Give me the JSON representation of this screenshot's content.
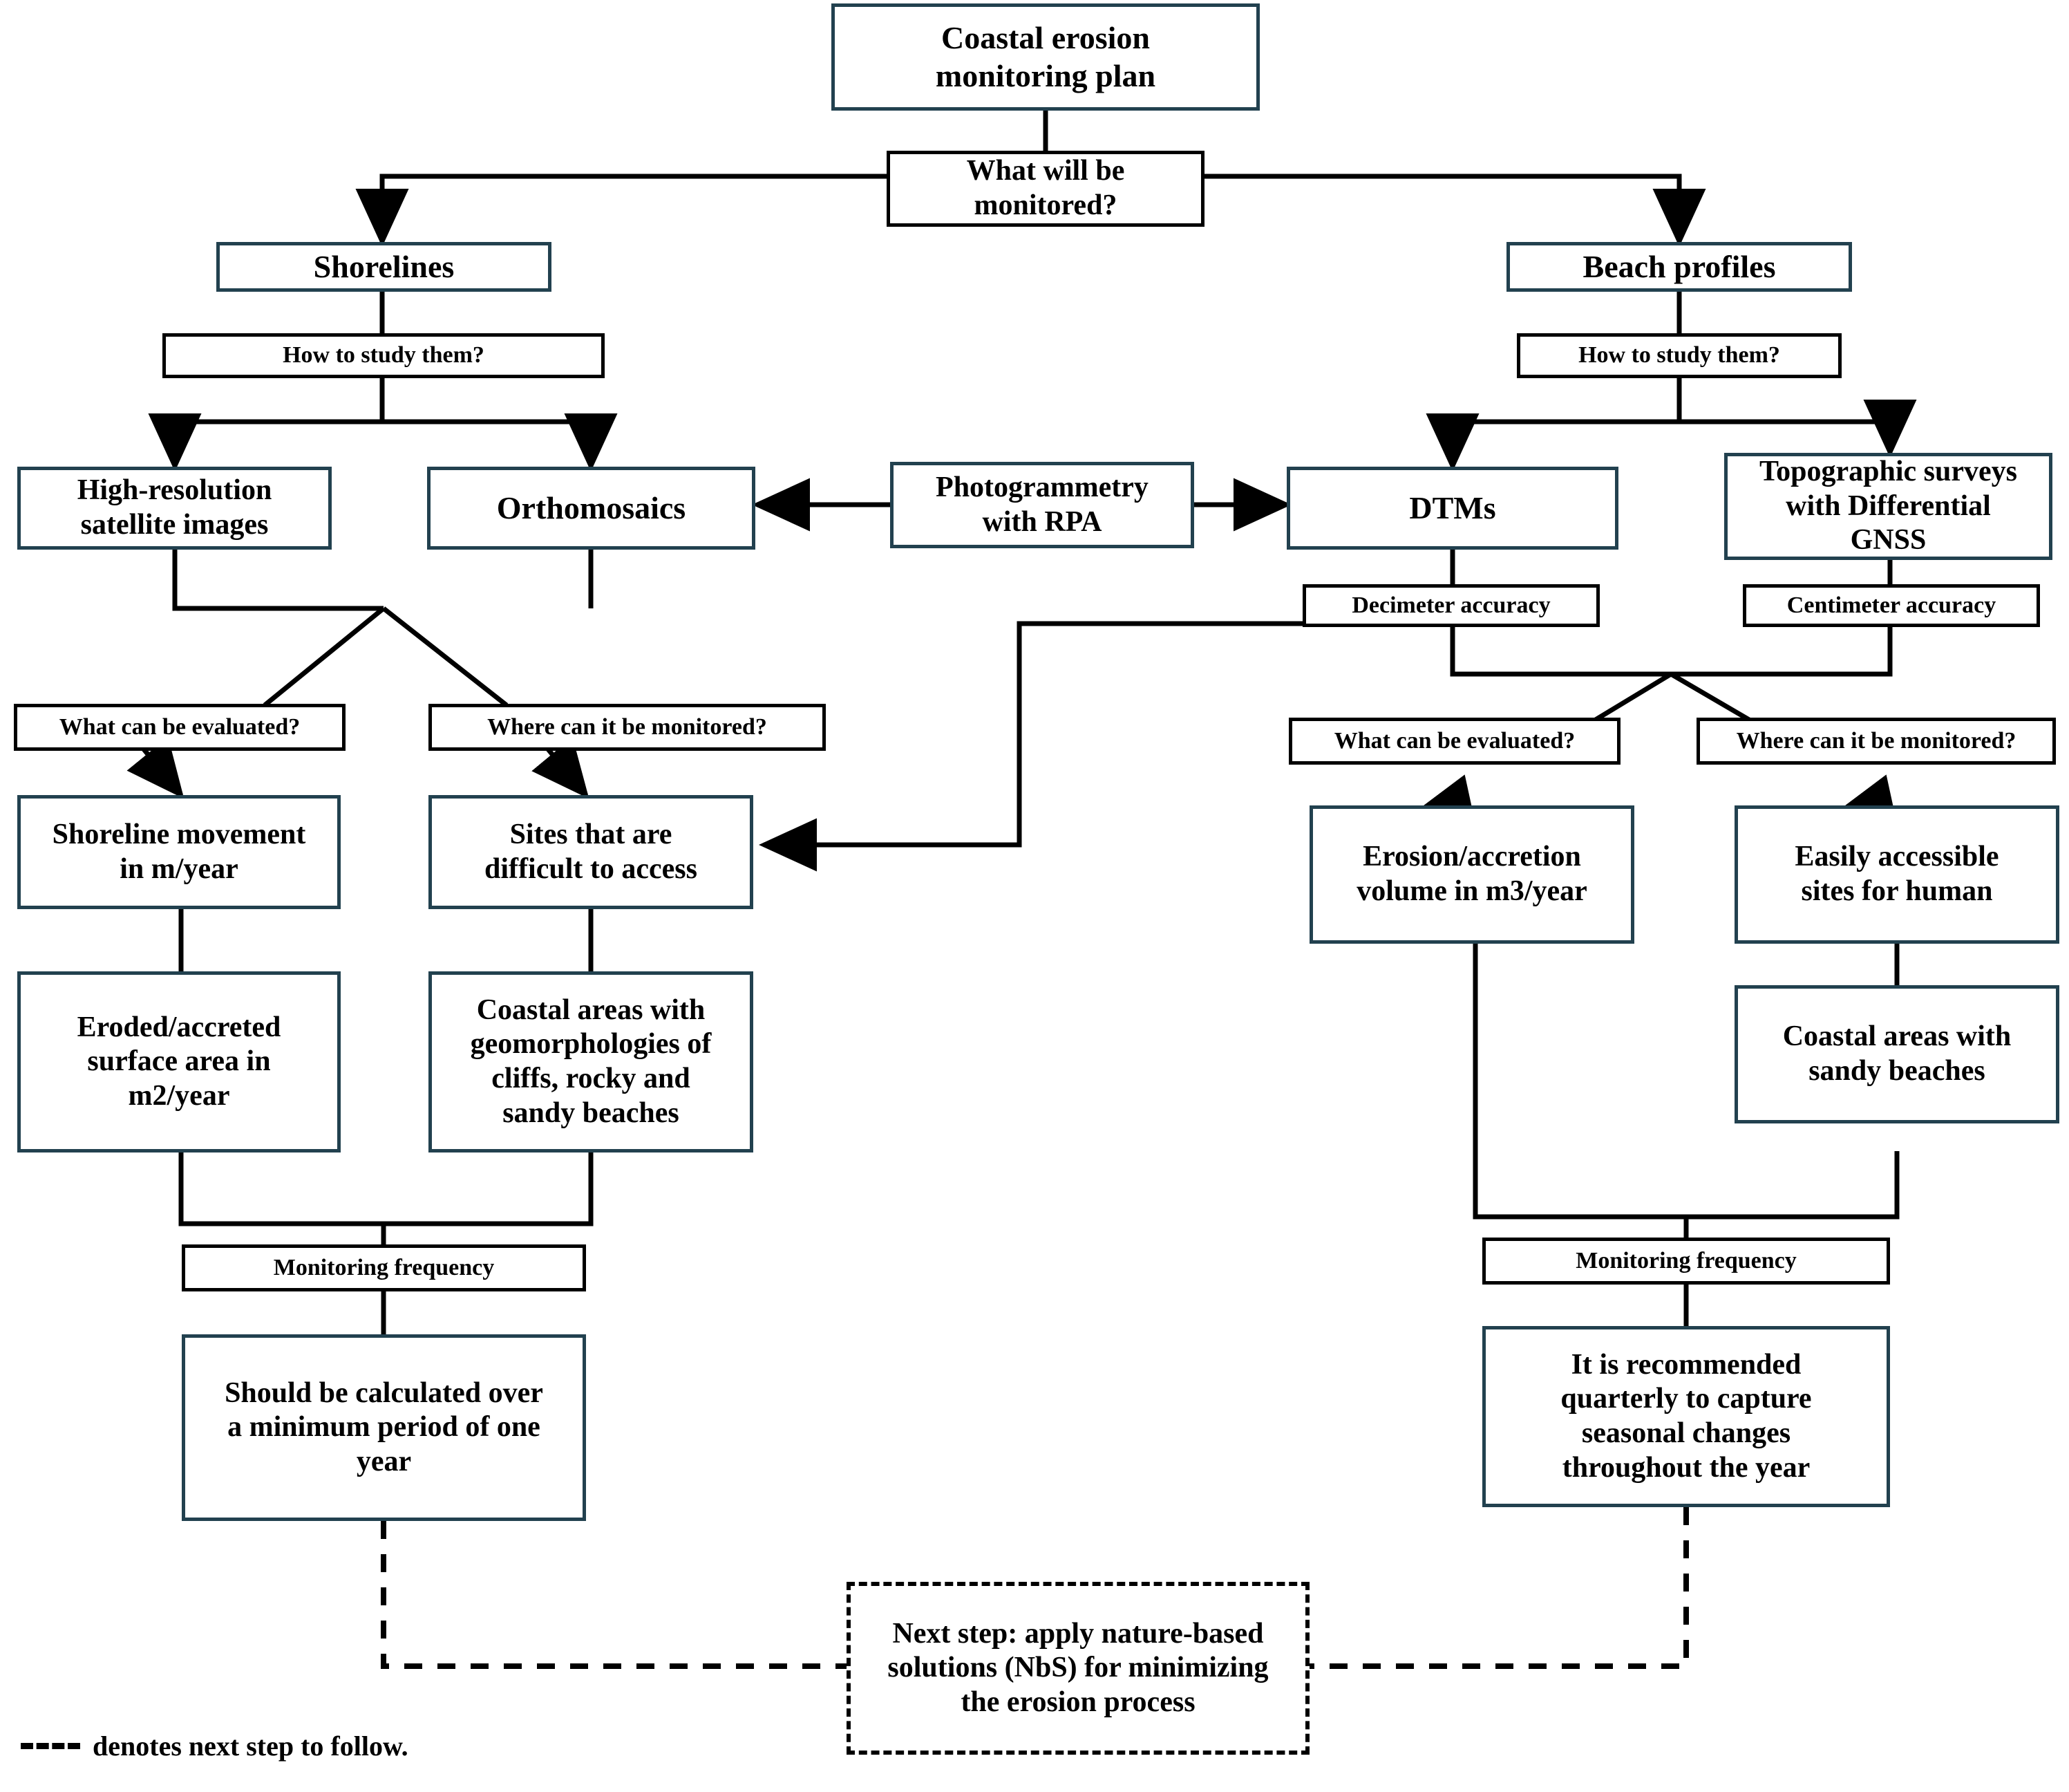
{
  "diagram": {
    "title": "Coastal erosion monitoring plan flowchart",
    "palette": {
      "accent_border": "#22414f",
      "plain_border": "#000000",
      "background": "#ffffff"
    },
    "legend": {
      "text": "denotes next step to follow.",
      "symbol": "dashed-line"
    }
  },
  "nodes": {
    "root": "Coastal erosion\nmonitoring plan",
    "q_what_monitored": "What will be\nmonitored?",
    "shorelines": "Shorelines",
    "beach_profiles": "Beach profiles",
    "q_how_study_left": "How to study them?",
    "q_how_study_right": "How to study them?",
    "satellite": "High-resolution\nsatellite images",
    "orthomosaics": "Orthomosaics",
    "photogrammetry": "Photogrammetry\nwith RPA",
    "dtms": "DTMs",
    "topographic": "Topographic surveys\nwith Differential\nGNSS",
    "decimeter": "Decimeter accuracy",
    "centimeter": "Centimeter accuracy",
    "q_eval_left": "What can be evaluated?",
    "q_where_left": "Where can it be monitored?",
    "q_eval_right": "What can be evaluated?",
    "q_where_right": "Where can it be monitored?",
    "shoreline_movement": "Shoreline movement\nin m/year",
    "sites_difficult": "Sites that are\ndifficult to access",
    "eroded_surface": "Eroded/accreted\nsurface area in\nm2/year",
    "coastal_cliffs": "Coastal areas with\ngeomorphologies of\ncliffs, rocky and\nsandy beaches",
    "erosion_volume": "Erosion/accretion\nvolume in m3/year",
    "easily_accessible": "Easily accessible\nsites for human",
    "coastal_sandy": "Coastal areas with\nsandy beaches",
    "monitoring_freq_left": "Monitoring frequency",
    "monitoring_freq_right": "Monitoring frequency",
    "min_one_year": "Should be calculated over\na minimum period of one\nyear",
    "quarterly": "It is recommended\nquarterly to capture\nseasonal changes\nthroughout the year",
    "next_step": "Next step: apply nature-based\nsolutions (NbS) for minimizing\nthe erosion process"
  }
}
